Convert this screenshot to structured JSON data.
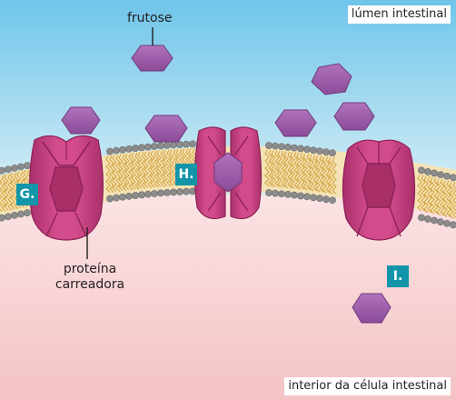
{
  "labels": {
    "lumen": "lúmen intestinal",
    "interior": "interior da célula intestinal",
    "fructose": "frutose",
    "carrier_line1": "proteína",
    "carrier_line2": "carreadora"
  },
  "markers": {
    "g": "G.",
    "h": "H.",
    "i": "I."
  },
  "colors": {
    "lumen_top": "#6fc6ea",
    "lumen_bottom": "#d9eef6",
    "cytoplasm": "#f6c7c9",
    "lipid_tail": "#d7a94a",
    "lipid_head": "#8c8c8c",
    "protein": "#c9437f",
    "protein_dark": "#8e2257",
    "fructose": "#9b59a6",
    "marker": "#1295a8"
  }
}
